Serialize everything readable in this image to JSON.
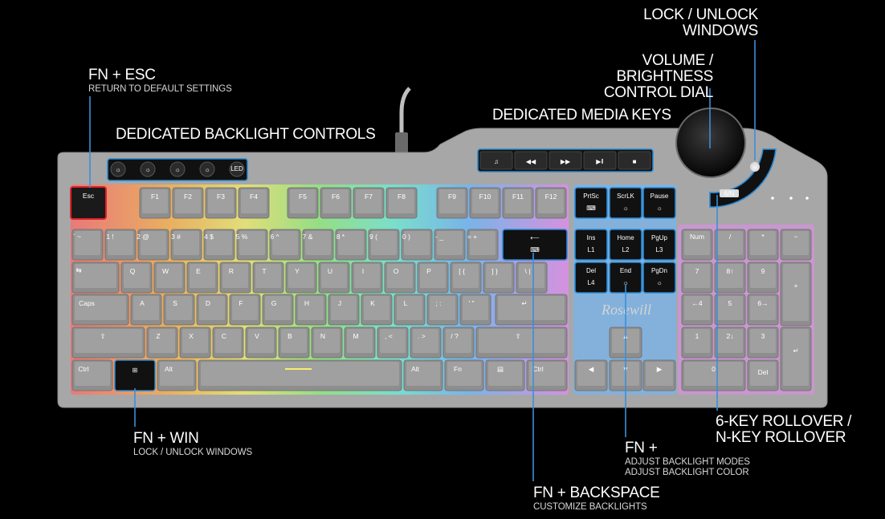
{
  "callouts": {
    "fn_esc": {
      "title": "FN + ESC",
      "sub": "RETURN TO DEFAULT SETTINGS"
    },
    "backlight": {
      "title": "DEDICATED BACKLIGHT CONTROLS"
    },
    "media": {
      "title": "DEDICATED MEDIA KEYS"
    },
    "volume": {
      "line1": "VOLUME / BRIGHTNESS",
      "line2": "CONTROL DIAL"
    },
    "lock": {
      "line1": "LOCK / UNLOCK",
      "line2": "WINDOWS"
    },
    "fn_win": {
      "title": "FN + WIN",
      "sub": "LOCK / UNLOCK WINDOWS"
    },
    "fn_backspace": {
      "title": "FN + BACKSPACE",
      "sub": "CUSTOMIZE BACKLIGHTS"
    },
    "fn_plus": {
      "title": "FN +",
      "sub1": "ADJUST BACKLIGHT MODES",
      "sub2": "ADJUST BACKLIGHT COLOR"
    },
    "rollover": {
      "line1": "6-KEY ROLLOVER /",
      "line2": "N-KEY ROLLOVER"
    }
  },
  "brand": "Rosewill",
  "keys": {
    "esc": "Esc",
    "f": [
      "F1",
      "F2",
      "F3",
      "F4",
      "F5",
      "F6",
      "F7",
      "F8",
      "F9",
      "F10",
      "F11",
      "F12"
    ],
    "nav_top": [
      "PrtSc",
      "ScrLK",
      "Pause"
    ],
    "nav_mid": [
      "Ins",
      "Home",
      "PgUp",
      "Del",
      "End",
      "PgDn"
    ],
    "nav_sub": [
      "L1",
      "L2",
      "L3",
      "L4"
    ],
    "led": "LED",
    "num": [
      "Num",
      "/",
      "*",
      "−",
      "7",
      "8↑",
      "9",
      "+",
      "←4",
      "5",
      "6→",
      "1",
      "2↓",
      "3",
      "0",
      "Del",
      "↵"
    ],
    "row1": [
      "` ~",
      "1 !",
      "2 @",
      "3 #",
      "4 $",
      "5 %",
      "6 ^",
      "7 &",
      "8 *",
      "9 (",
      "0 )",
      "- _",
      "= +"
    ],
    "row2": [
      "Q",
      "W",
      "E",
      "R",
      "T",
      "Y",
      "U",
      "I",
      "O",
      "P",
      "[ {",
      "] }",
      "\\ |"
    ],
    "row3": [
      "Caps",
      "A",
      "S",
      "D",
      "F",
      "G",
      "H",
      "J",
      "K",
      "L",
      "; :",
      "' \""
    ],
    "row4": [
      "Z",
      "X",
      "C",
      "V",
      "B",
      "N",
      "M",
      ", <",
      ". >",
      "/ ?"
    ],
    "bottom": [
      "Ctrl",
      "Alt",
      "Alt",
      "Fn",
      "Ctrl"
    ]
  },
  "colors": {
    "accent": "#3a8fd9",
    "esc_red": "#e0222a",
    "background": "#000000"
  }
}
